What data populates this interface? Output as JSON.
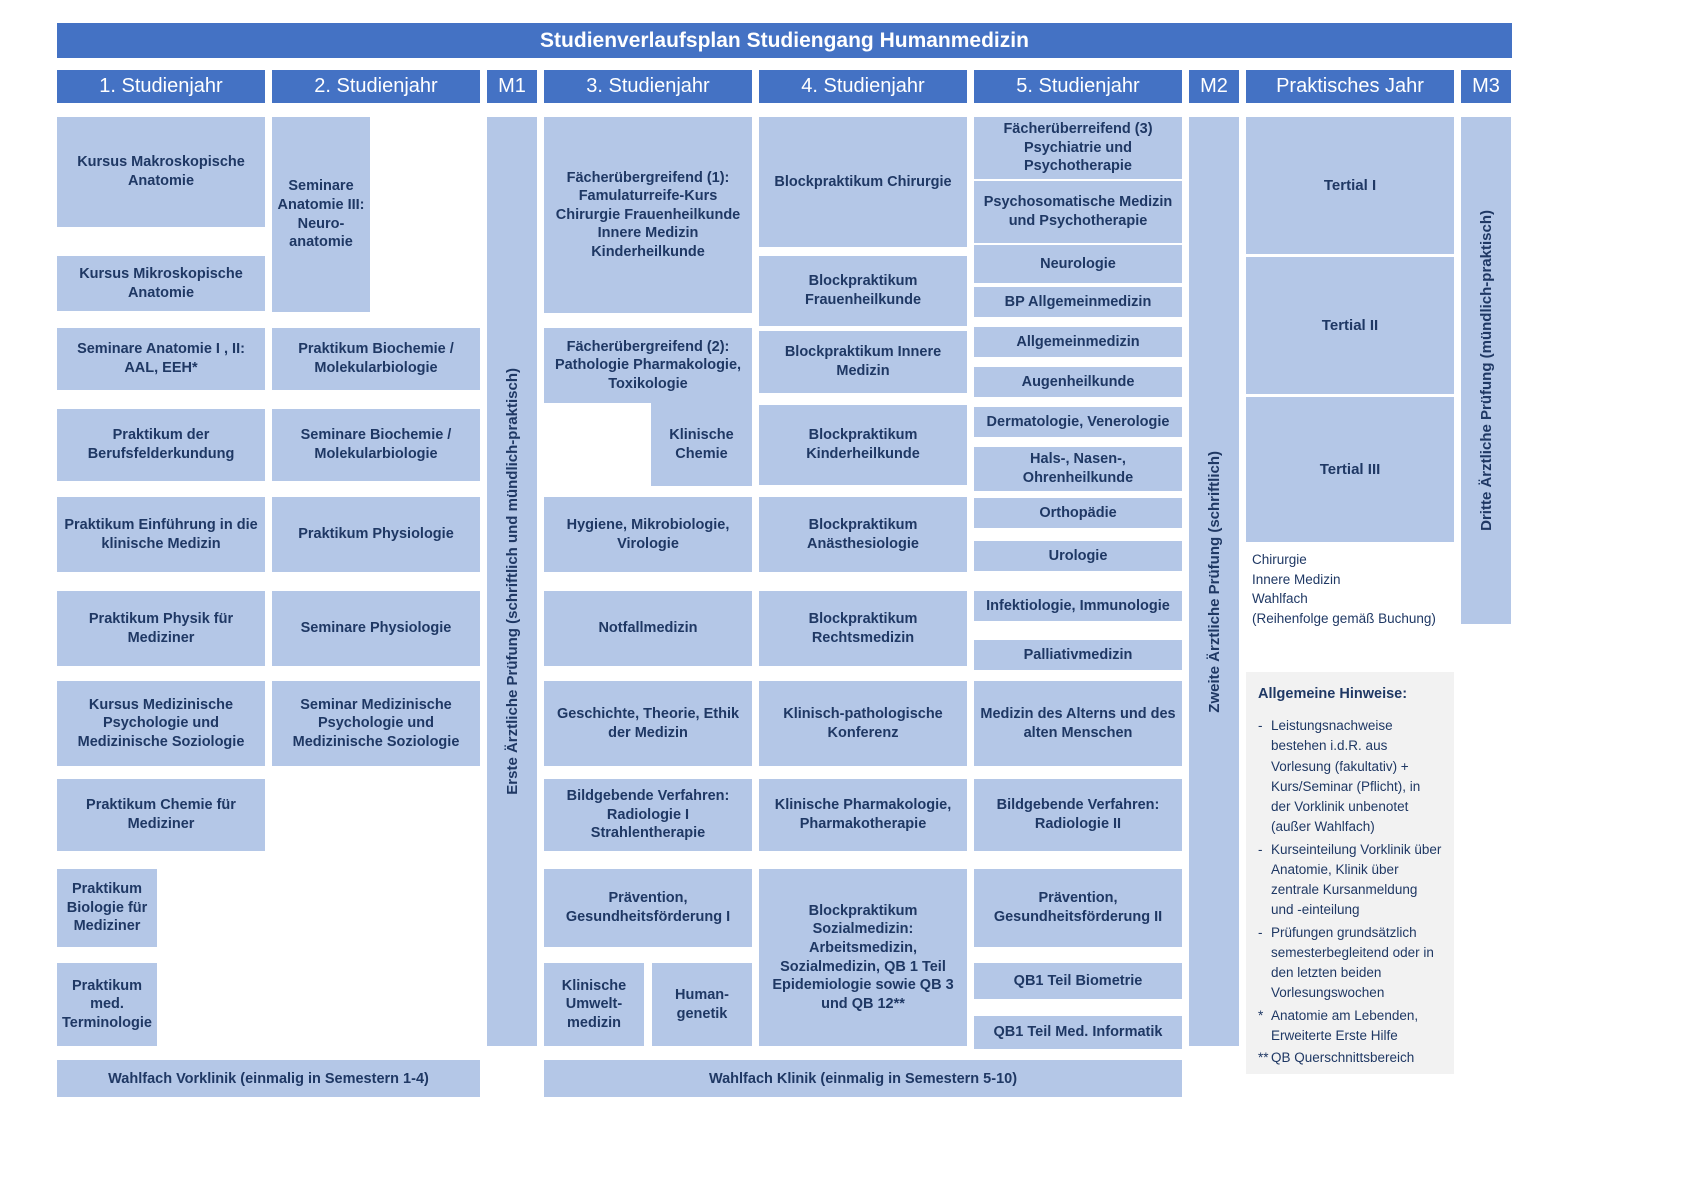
{
  "title": "Studienverlaufsplan Studiengang Humanmedizin",
  "colors": {
    "header_blue": "#4472c4",
    "box_blue": "#b4c7e7",
    "text_navy": "#1f3864",
    "note_bg": "#f2f2f2"
  },
  "headers": {
    "y1": "1. Studienjahr",
    "y2": "2. Studienjahr",
    "m1": "M1",
    "y3": "3. Studienjahr",
    "y4": "4. Studienjahr",
    "y5": "5. Studienjahr",
    "m2": "M2",
    "pj": "Praktisches Jahr",
    "m3": "M3"
  },
  "exams": {
    "m1_label": "Erste Ärztliche Prüfung (schriftlich und mündlich-praktisch)",
    "m2_label": "Zweite Ärztliche Prüfung (schriftlich)",
    "m3_label": "Dritte Ärztliche Prüfung (mündlich-praktisch)"
  },
  "year1": [
    "Kursus Makroskopische Anatomie",
    "Kursus Mikroskopische Anatomie",
    "Seminare Anatomie I , II: AAL, EEH*",
    "Praktikum der Berufsfelderkundung",
    "Praktikum Einführung in die klinische Medizin",
    "Praktikum Physik für Mediziner",
    "Kursus Medizinische Psychologie und Medizinische Soziologie",
    "Praktikum Chemie für Mediziner",
    "Praktikum Biologie für Mediziner",
    "Praktikum med. Terminologie"
  ],
  "year2": [
    "Seminare Anatomie III: Neuro-anatomie",
    "Praktikum Biochemie / Molekularbiologie",
    "Seminare Biochemie / Molekularbiologie",
    "Praktikum Physiologie",
    "Seminare Physiologie",
    "Seminar Medizinische Psychologie und Medizinische Soziologie"
  ],
  "year3": [
    "Fächerübergreifend (1): Famulaturreife-Kurs Chirurgie Frauenheilkunde Innere Medizin Kinderheilkunde",
    "Fächerübergreifend (2): Pathologie Pharmakologie, Toxikologie",
    "Klinische Chemie",
    "Hygiene, Mikrobiologie, Virologie",
    "Notfallmedizin",
    "Geschichte, Theorie, Ethik der Medizin",
    "Bildgebende Verfahren: Radiologie I Strahlentherapie",
    "Prävention, Gesundheitsförderung I",
    "Klinische Umwelt-medizin",
    "Human-genetik"
  ],
  "year4": [
    "Blockpraktikum Chirurgie",
    "Blockpraktikum Frauenheilkunde",
    "Blockpraktikum Innere Medizin",
    "Blockpraktikum Kinderheilkunde",
    "Blockpraktikum Anästhesiologie",
    "Blockpraktikum Rechtsmedizin",
    "Klinisch-pathologische Konferenz",
    "Klinische Pharmakologie, Pharmakotherapie",
    "Blockpraktikum Sozialmedizin: Arbeitsmedizin, Sozialmedizin, QB 1 Teil Epidemiologie sowie QB 3 und QB 12**"
  ],
  "year5": [
    "Fächerüberreifend (3) Psychiatrie und Psychotherapie",
    "Psychosomatische Medizin und Psychotherapie",
    "Neurologie",
    "BP Allgemeinmedizin",
    "Allgemeinmedizin",
    "Augenheilkunde",
    "Dermatologie, Venerologie",
    "Hals-, Nasen-, Ohrenheilkunde",
    "Orthopädie",
    "Urologie",
    "Infektiologie, Immunologie",
    "Palliativmedizin",
    "Medizin des Alterns und des alten Menschen",
    "Bildgebende Verfahren: Radiologie II",
    "Prävention, Gesundheitsförderung II",
    "QB1 Teil Biometrie",
    "QB1 Teil Med. Informatik"
  ],
  "pj": {
    "tertials": [
      "Tertial I",
      "Tertial II",
      "Tertial III"
    ],
    "note": "Chirurgie\nInnere Medizin\nWahlfach\n(Reihenfolge gemäß Buchung)"
  },
  "hinweise": {
    "heading": "Allgemeine Hinweise:",
    "items": [
      {
        "marker": "-",
        "text": "Leistungsnachweise bestehen i.d.R. aus Vorlesung (fakultativ) + Kurs/Seminar (Pflicht), in der Vorklinik unbenotet (außer Wahlfach)"
      },
      {
        "marker": "-",
        "text": "Kurseinteilung Vorklinik über Anatomie, Klinik über zentrale Kursanmeldung und -einteilung"
      },
      {
        "marker": "-",
        "text": "Prüfungen grundsätzlich semesterbegleitend oder in den letzten beiden Vorlesungswochen"
      },
      {
        "marker": "*",
        "text": "Anatomie am Lebenden, Erweiterte Erste Hilfe"
      },
      {
        "marker": "**",
        "text": "QB Querschnittsbereich"
      }
    ]
  },
  "footers": {
    "vorklinik": "Wahlfach Vorklinik (einmalig in Semestern 1-4)",
    "klinik": "Wahlfach Klinik (einmalig in Semestern 5-10)"
  }
}
